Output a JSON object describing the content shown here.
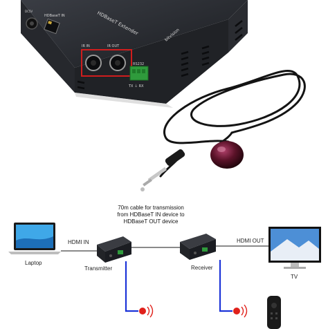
{
  "product_photo": {
    "device_title": "HDBaseT Extender",
    "brand_text": "bitvision",
    "hdbaset_port_label": "HDBaseT IN",
    "ir_in_label": "IR IN",
    "ir_out_label": "IR OUT",
    "rs232_label": "RS232",
    "tx_rx_label": "TX ⏚ RX",
    "dc_label": "DC5V"
  },
  "diagram": {
    "cable_caption_lines": [
      "70m cable for transmission",
      "from HDBaseT IN device to",
      "HDBaseT OUT device"
    ],
    "laptop_label": "Laptop",
    "hdmi_in_label": "HDMI IN",
    "transmitter_label": "Transmitter",
    "receiver_label": "Receiver",
    "hdmi_out_label": "HDMI OUT",
    "tv_label": "TV",
    "colors": {
      "cable_blue": "#1c34d8",
      "ir_red": "#e0211b",
      "device_black": "#1b1d22"
    }
  }
}
